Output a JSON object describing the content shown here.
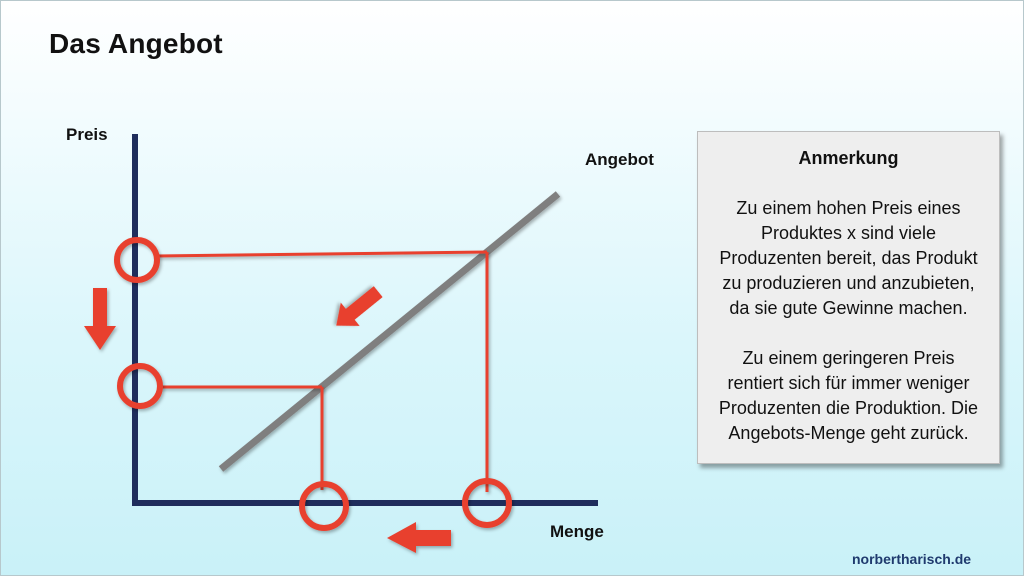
{
  "slide": {
    "title": "Das Angebot",
    "credit": "norbertharisch.de"
  },
  "diagram": {
    "y_axis_label": "Preis",
    "x_axis_label": "Menge",
    "curve_label": "Angebot",
    "colors": {
      "axis": "#1f2d5c",
      "curve": "#7f7f7f",
      "marker": "#e8402f"
    },
    "icons": [
      "circle-marker-icon",
      "arrow-down-icon",
      "arrow-down-left-icon",
      "arrow-left-icon"
    ]
  },
  "note": {
    "title": "Anmerkung",
    "paragraph_1": "Zu einem hohen Preis eines\nProduktes x sind viele\nProduzenten bereit, das Produkt\nzu produzieren und anzubieten,\nda sie gute Gewinne machen.",
    "paragraph_2": "Zu einem geringeren Preis\nrentiert sich für immer weniger\nProduzenten die Produktion. Die\nAngebots-Menge geht zurück."
  }
}
